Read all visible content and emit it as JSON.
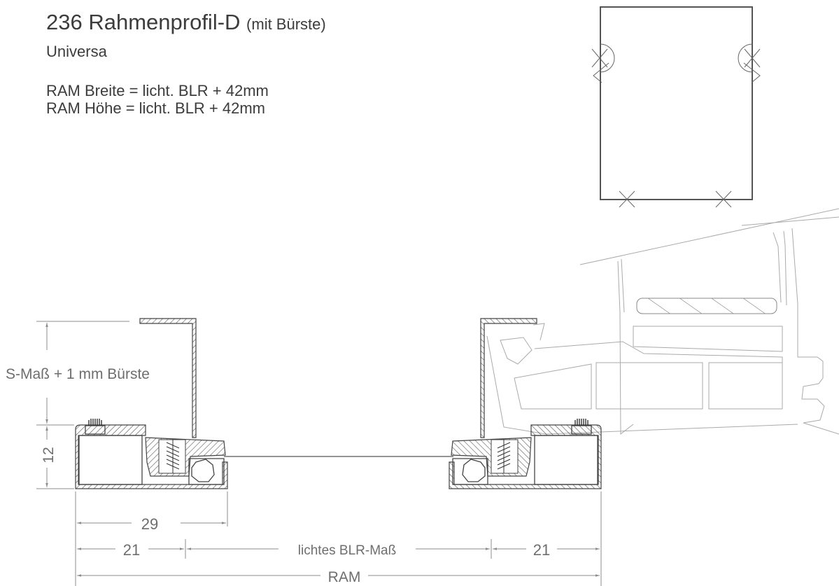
{
  "header": {
    "title": "236 Rahmenprofil-D",
    "title_note": "(mit Bürste)",
    "subtitle": "Universa",
    "formula_width": "RAM Breite = licht. BLR + 42mm",
    "formula_height": "RAM Höhe = licht. BLR + 42mm"
  },
  "dimensions": {
    "s_mass": "S-Maß + 1 mm Bürste",
    "height_12": "12",
    "width_29": "29",
    "left_21": "21",
    "lichtes": "lichtes BLR-Maß",
    "right_21": "21",
    "ram": "RAM"
  },
  "colors": {
    "lines": "#444444",
    "dimension_lines": "#8c8c8c",
    "text": "#3c3c3c"
  }
}
